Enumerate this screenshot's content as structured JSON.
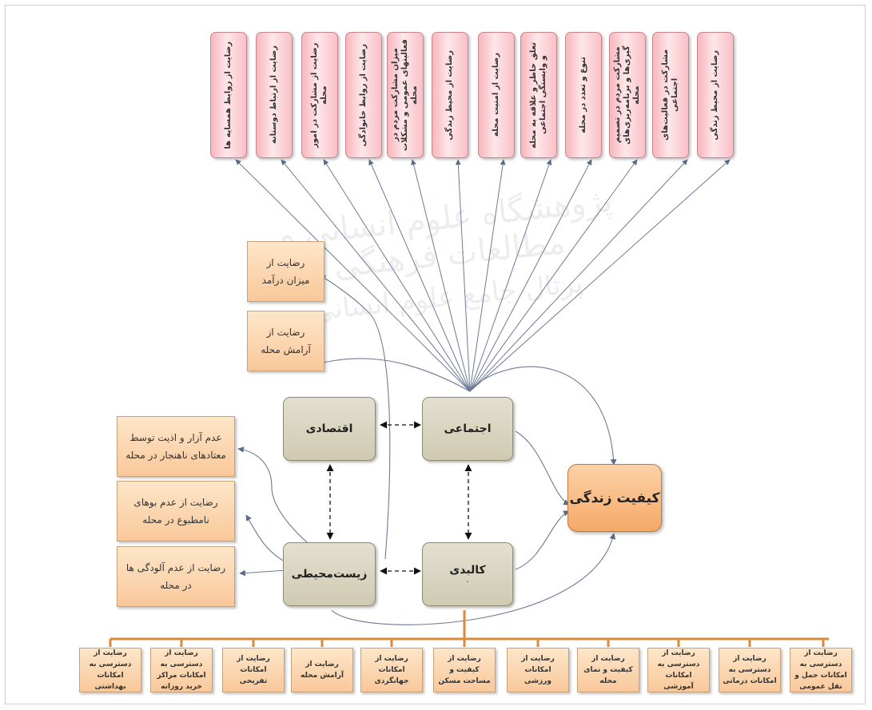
{
  "watermark": {
    "line1": "پژوهشگاه علوم انسانی و مطالعات فرهنگی",
    "line2": "پرتال جامع علوم انسانی"
  },
  "center": {
    "social": "اجتماعی",
    "economic": "اقتصادی",
    "environmental": "زیست‌محیطی",
    "physical": "کالبدی",
    "physical_sub": ".",
    "quality": "کیفیت زندگی"
  },
  "economic_items": [
    "رضایت از میزان درآمد",
    "رضایت از آرامش محله"
  ],
  "environmental_items": [
    "عدم آزار و اذیت توسط معتادهای ناهنجار در محله",
    "رضایت از عدم بوهای نامطبوع در محله",
    "رضایت از عدم آلودگی ها در محله"
  ],
  "social_items": [
    "رضایت از روابط همسایه ها",
    "رضایت از ارتباط دوستانه",
    "رضایت از مشارکت در امور محله",
    "رضایت از روابط خانوادگی",
    "میزان مشارکت مردم در فعالیتهای عمومی و مشکلات محله",
    "رضایت از محیط زندگی",
    "رضایت از امنیت محله",
    "تعلق خاطر و علاقه به محله و وابستگی اجتماعی",
    "تنوع و تعدد در محله",
    "مشارکت مردم در تصمیم گیری‌ها و برنامه‌ریزی‌های محله",
    "مشارکت در فعالیت‌های اجتماعی",
    "رضایت از محیط زندگی"
  ],
  "physical_items": [
    "رضایت از دسترسی به امکانات بهداشتی",
    "رضایت از دسترسی به امکانات مراکز خرید روزانه",
    "رضایت از امکانات تفریحی",
    "رضایت از آرامش محله",
    "رضایت از امکانات جهانگردی",
    "رضایت از کیفیت و مساحت مسکن",
    "رضایت از امکانات ورزشی",
    "رضایت از کیفیت و نمای محله",
    "رضایت از دسترسی به امکانات آموزشی",
    "رضایت از دسترسی به امکانات درمانی",
    "رضایت از دسترسی به امکانات حمل و نقل عمومی"
  ]
}
